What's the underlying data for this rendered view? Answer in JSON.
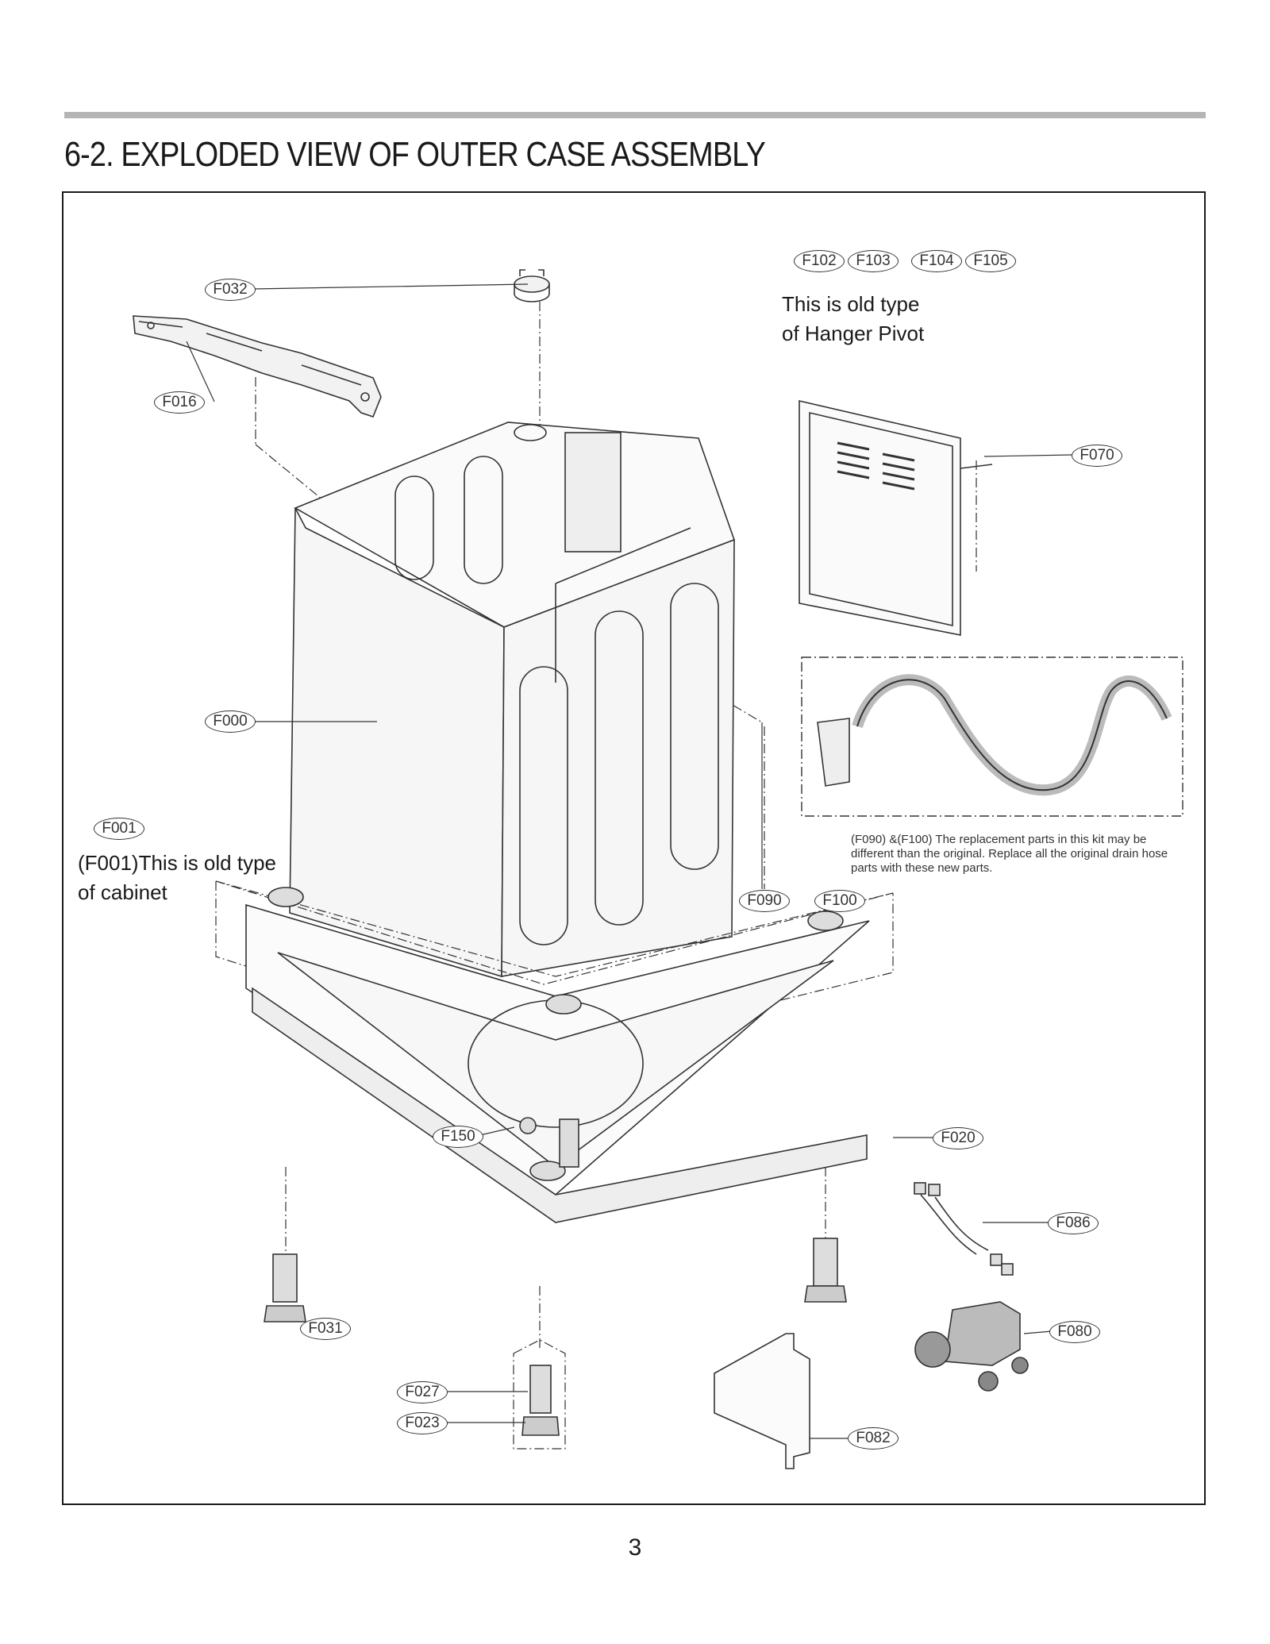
{
  "section_title": "6-2. EXPLODED VIEW OF OUTER CASE ASSEMBLY",
  "callouts": {
    "f032": "F032",
    "f016": "F016",
    "f000": "F000",
    "f001": "F001",
    "f070": "F070",
    "f090": "F090",
    "f100": "F100",
    "f102": "F102",
    "f103": "F103",
    "f104": "F104",
    "f105": "F105",
    "f150": "F150",
    "f020": "F020",
    "f086": "F086",
    "f031": "F031",
    "f080": "F080",
    "f027": "F027",
    "f023": "F023",
    "f082": "F082"
  },
  "notes": {
    "hanger_line1": "This is old type",
    "hanger_line2": "of Hanger Pivot",
    "cabinet_line1": "(F001)This is old type",
    "cabinet_line2": "of cabinet",
    "drain_note": "(F090) &(F100) The replacement parts in this kit may be different than the original. Replace all the original drain hose parts with these new parts."
  },
  "page_number": "3"
}
